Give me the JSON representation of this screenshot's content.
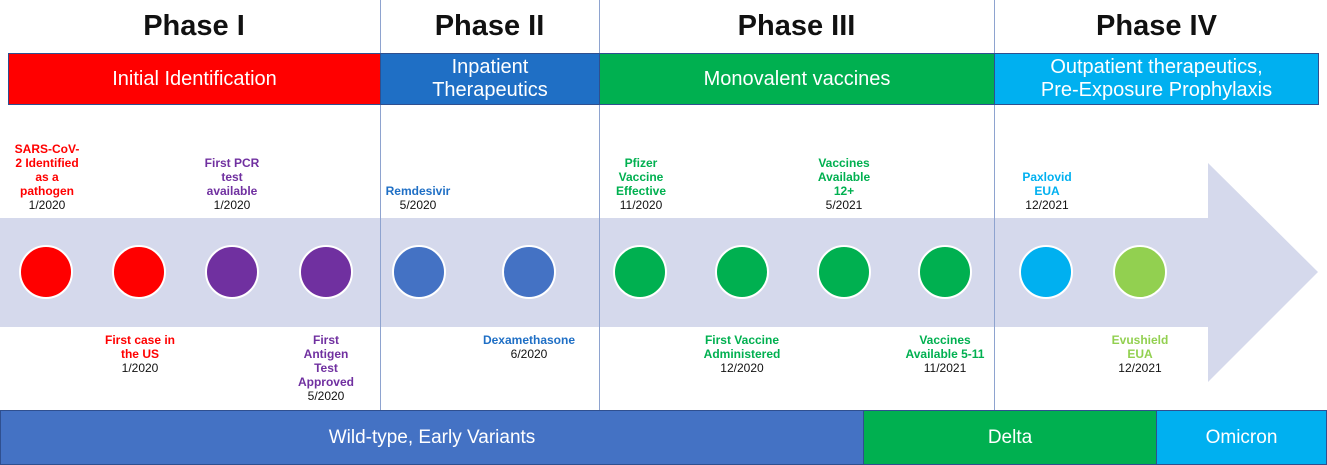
{
  "phases": [
    {
      "title": "Phase I",
      "band": "Initial Identification",
      "color": "#ff0000"
    },
    {
      "title": "Phase II",
      "band": "Inpatient\nTherapeutics",
      "color": "#1f6fc5"
    },
    {
      "title": "Phase III",
      "band": "Monovalent vaccines",
      "color": "#00b050"
    },
    {
      "title": "Phase IV",
      "band": "Outpatient therapeutics,\nPre-Exposure Prophylaxis",
      "color": "#00b0f0"
    }
  ],
  "colors": {
    "arrow": "#d5d9ec",
    "red": "#ff0000",
    "purple": "#7030a0",
    "blue": "#1f6fc5",
    "green": "#00b050",
    "cyan": "#00b0f0",
    "lightgreen": "#92d050",
    "circle_blue": "#4472c4"
  },
  "circles": [
    {
      "color": "#ff0000"
    },
    {
      "color": "#ff0000"
    },
    {
      "color": "#7030a0"
    },
    {
      "color": "#7030a0"
    },
    {
      "color": "#4472c4"
    },
    {
      "color": "#4472c4"
    },
    {
      "color": "#00b050"
    },
    {
      "color": "#00b050"
    },
    {
      "color": "#00b050"
    },
    {
      "color": "#00b050"
    },
    {
      "color": "#00b0f0"
    },
    {
      "color": "#92d050"
    }
  ],
  "events_top": [
    {
      "label": "SARS-CoV-\n2 Identified\nas a\npathogen",
      "date": "1/2020",
      "color": "#ff0000"
    },
    {
      "label": "First PCR\ntest\navailable",
      "date": "1/2020",
      "color": "#7030a0"
    },
    {
      "label": "Remdesivir",
      "date": "5/2020",
      "color": "#1f6fc5"
    },
    {
      "label": "Pfizer\nVaccine\nEffective",
      "date": "11/2020",
      "color": "#00b050"
    },
    {
      "label": "Vaccines\nAvailable\n12+",
      "date": "5/2021",
      "color": "#00b050"
    },
    {
      "label": "Paxlovid\nEUA",
      "date": "12/2021",
      "color": "#00b0f0"
    }
  ],
  "events_bottom": [
    {
      "label": "First case in\nthe US",
      "date": "1/2020",
      "color": "#ff0000"
    },
    {
      "label": "First\nAntigen\nTest\nApproved",
      "date": "5/2020",
      "color": "#7030a0"
    },
    {
      "label": "Dexamethasone",
      "date": "6/2020",
      "color": "#1f6fc5"
    },
    {
      "label": "First Vaccine\nAdministered",
      "date": "12/2020",
      "color": "#00b050"
    },
    {
      "label": "Vaccines\nAvailable 5-11",
      "date": "11/2021",
      "color": "#00b050"
    },
    {
      "label": "Evushield\nEUA",
      "date": "12/2021",
      "color": "#92d050"
    }
  ],
  "variants": [
    {
      "label": "Wild-type, Early Variants",
      "color": "#4472c4"
    },
    {
      "label": "Delta",
      "color": "#00b050"
    },
    {
      "label": "Omicron",
      "color": "#00b0f0"
    }
  ]
}
